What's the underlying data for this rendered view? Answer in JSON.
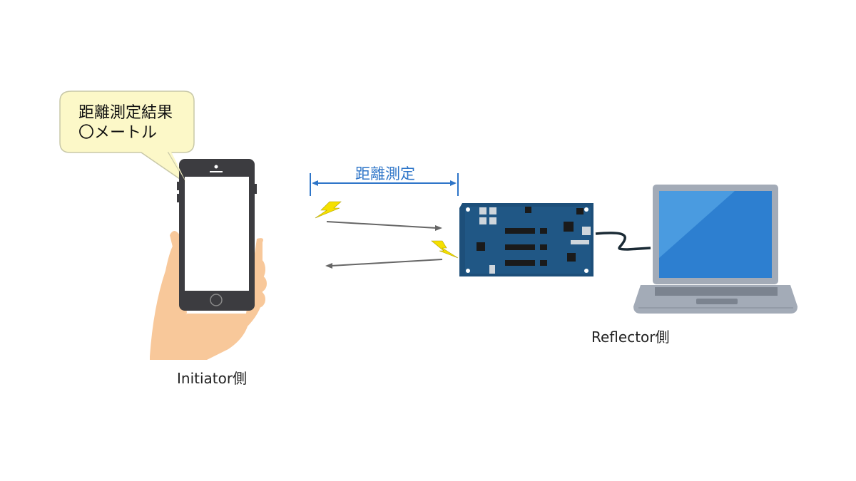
{
  "speech_bubble": {
    "line1": "距離測定結果",
    "line2": "〇メートル"
  },
  "measurement": {
    "label": "距離測定"
  },
  "devices": {
    "initiator": {
      "caption": "Initiator側",
      "icon": "smartphone-in-hand"
    },
    "reflector": {
      "caption": "Reflector側",
      "icon": "laptop-with-dev-board"
    }
  },
  "signals": {
    "outgoing": "initiator-to-reflector",
    "return": "reflector-to-initiator",
    "icon": "lightning-bolt"
  },
  "colors": {
    "bubble_fill": "#fcf8c8",
    "bubble_stroke": "#c8c8a8",
    "measure_blue": "#2e75c8",
    "board_blue": "#1d4f7a",
    "laptop_screen": "#2d7fd0",
    "laptop_body": "#9aa3b0",
    "bolt": "#f5e000",
    "hand": "#f8c89a",
    "phone": "#3c3c40"
  }
}
